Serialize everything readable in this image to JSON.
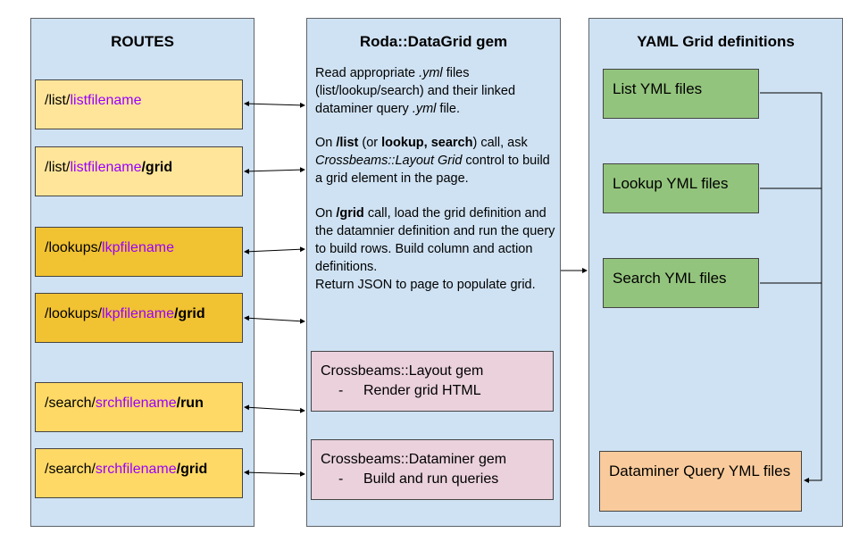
{
  "routes": {
    "title": "ROUTES",
    "items": [
      {
        "prefix": "/list/",
        "name": "listfilename",
        "suffix": ""
      },
      {
        "prefix": "/list/",
        "name": "listfilename",
        "suffix": "/grid"
      },
      {
        "prefix": "/lookups/",
        "name": "lkpfilename",
        "suffix": ""
      },
      {
        "prefix": "/lookups/",
        "name": "lkpfilename",
        "suffix": "/grid"
      },
      {
        "prefix": "/search/",
        "name": "srchfilename",
        "suffix": "/run"
      },
      {
        "prefix": "/search/",
        "name": "srchfilename",
        "suffix": "/grid"
      }
    ]
  },
  "datagrid": {
    "title": "Roda::DataGrid gem",
    "p1": {
      "a": "Read appropriate ",
      "b": ".yml",
      "c": " files (list/lookup/search) and their linked dataminer query ",
      "d": ".yml",
      "e": " file."
    },
    "p2": {
      "a": "On ",
      "b": "/list",
      "c": " (or ",
      "d": "lookup, search",
      "e": ") call, ask ",
      "f": "Crossbeams::Layout Grid",
      "g": " control to build a grid element in the page."
    },
    "p3": {
      "a": "On ",
      "b": "/grid",
      "c": " call, load the grid definition and the datamnier definition and run the query to build rows. Build column and action definitions.",
      "d": "Return JSON to page to populate grid."
    },
    "layout_gem": {
      "title": "Crossbeams::Layout gem",
      "dash": "-",
      "item": "Render grid HTML"
    },
    "dataminer_gem": {
      "title": "Crossbeams::Dataminer gem",
      "dash": "-",
      "item": "Build and run queries"
    }
  },
  "yaml": {
    "title": "YAML Grid definitions",
    "list": "List YML files",
    "lookup": "Lookup YML files",
    "search": "Search YML files",
    "query": "Dataminer Query YML files"
  }
}
